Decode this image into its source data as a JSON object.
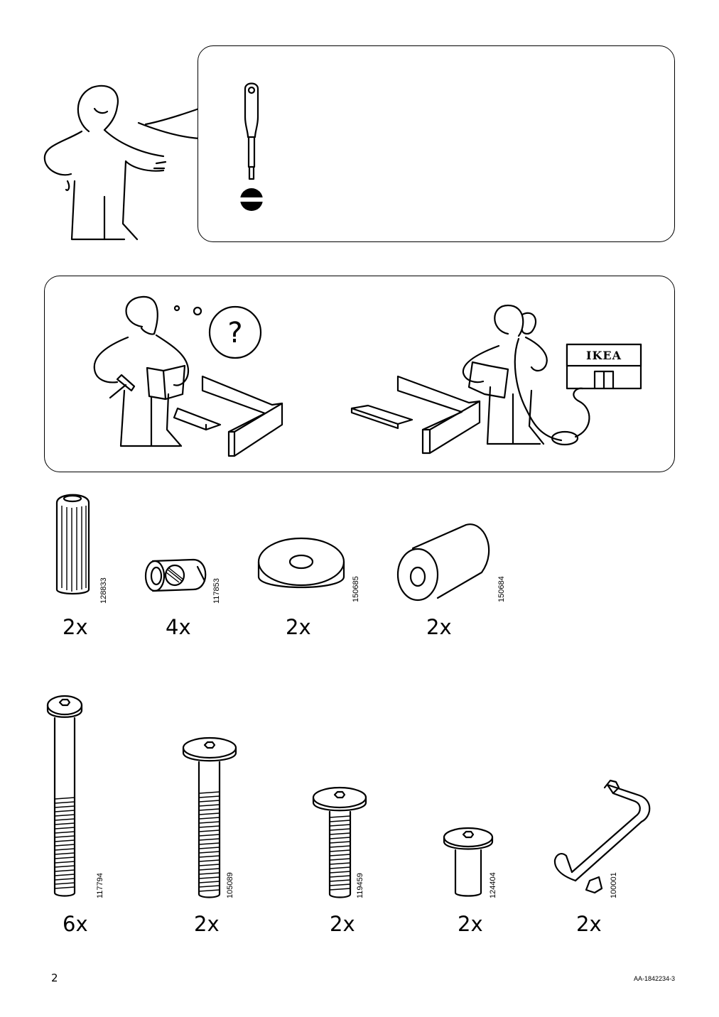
{
  "tools": [
    {
      "icon": "flathead-screwdriver-icon"
    }
  ],
  "help_panel": {
    "store_sign": "IKEA",
    "question_mark": "?"
  },
  "parts_row1": [
    {
      "code": "128833",
      "qty": "2x",
      "icon": "wooden-dowel-icon"
    },
    {
      "code": "117853",
      "qty": "4x",
      "icon": "barrel-nut-icon"
    },
    {
      "code": "150685",
      "qty": "2x",
      "icon": "washer-disc-icon"
    },
    {
      "code": "150684",
      "qty": "2x",
      "icon": "spacer-sleeve-icon"
    }
  ],
  "parts_row2": [
    {
      "code": "117794",
      "qty": "6x",
      "icon": "long-bolt-icon"
    },
    {
      "code": "105089",
      "qty": "2x",
      "icon": "medium-bolt-icon"
    },
    {
      "code": "119459",
      "qty": "2x",
      "icon": "short-bolt-icon"
    },
    {
      "code": "124404",
      "qty": "2x",
      "icon": "cap-nut-icon"
    },
    {
      "code": "100001",
      "qty": "2x",
      "icon": "allen-key-icon"
    }
  ],
  "footer": {
    "page_number": "2",
    "doc_id": "AA-1842234-3"
  }
}
